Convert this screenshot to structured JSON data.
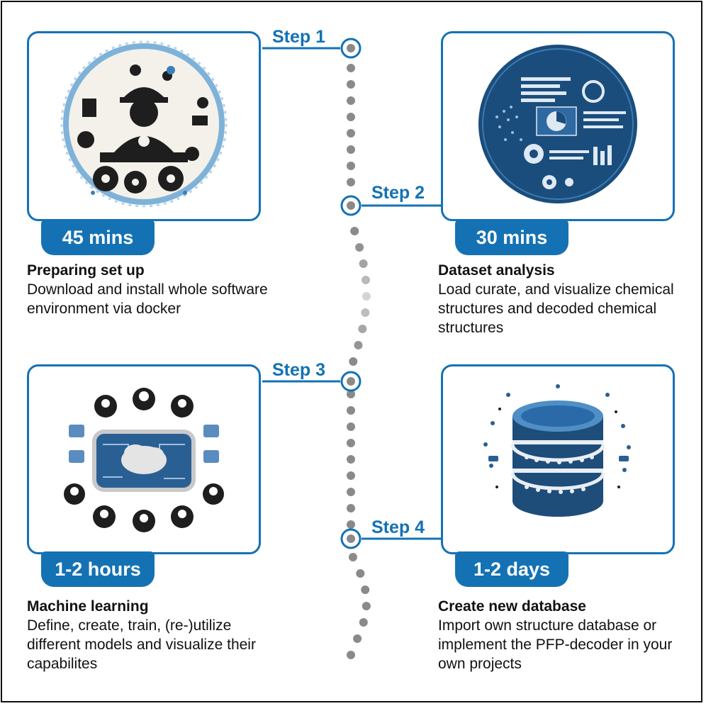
{
  "steps": [
    {
      "label": "Step 1",
      "duration": "45 mins",
      "title": "Preparing set up",
      "description": "Download and install whole software environment via docker",
      "icon": "engineer-setup-icon"
    },
    {
      "label": "Step 2",
      "duration": "30 mins",
      "title": "Dataset analysis",
      "description": "Load curate, and visualize chemical structures and decoded chemical structures",
      "icon": "data-dashboard-icon"
    },
    {
      "label": "Step 3",
      "duration": "1-2 hours",
      "title": "Machine learning",
      "description": "Define, create, train, (re-)utilize different models and visualize their capabilites",
      "icon": "neural-network-icon"
    },
    {
      "label": "Step 4",
      "duration": "1-2 days",
      "title": "Create new database",
      "description": "Import own structure database or implement the PFP-decoder in your own projects",
      "icon": "database-icon"
    }
  ],
  "colors": {
    "accent": "#1472b4",
    "dots": "#8a8a8a"
  }
}
